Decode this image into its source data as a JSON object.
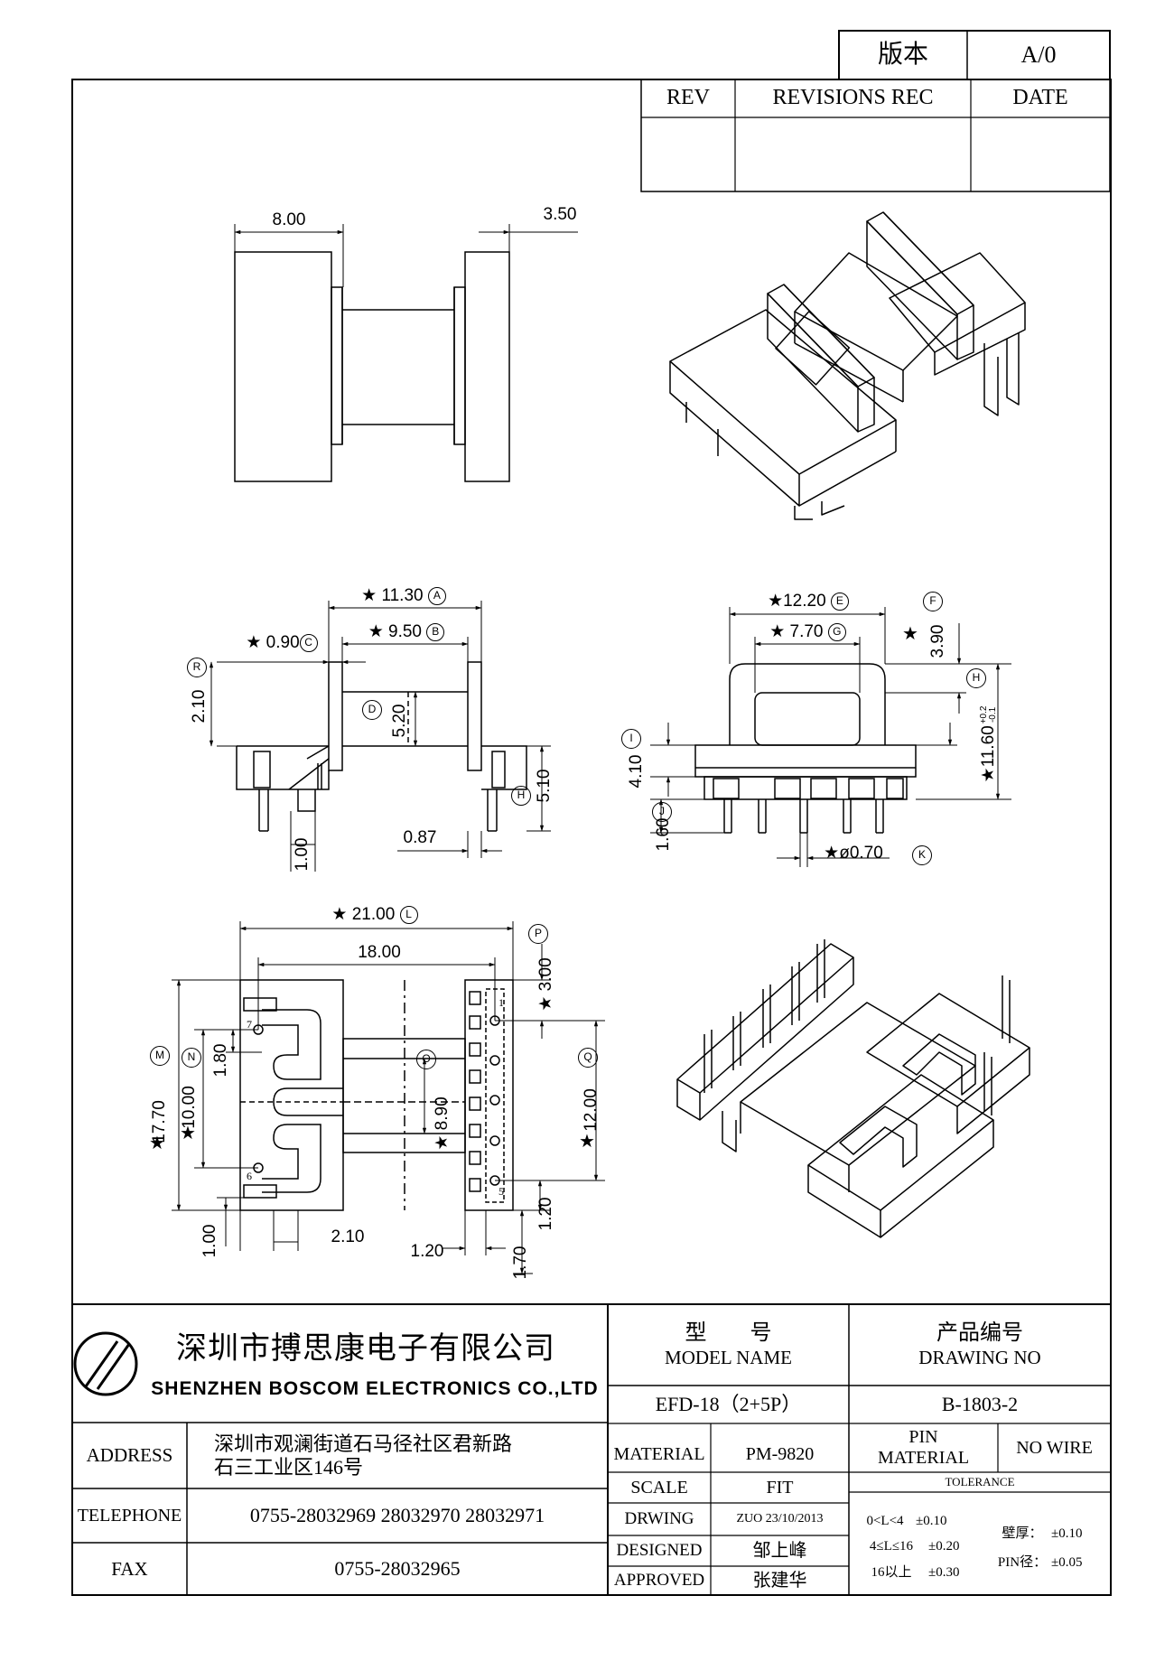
{
  "version": {
    "label": "版本",
    "value": "A/0"
  },
  "revision": {
    "rev": "REV",
    "records": "REVISIONS REC",
    "date": "DATE"
  },
  "dims": {
    "top_width": "8.00",
    "top_flange": "3.50",
    "side_a": "11.30",
    "side_b": "9.50",
    "side_c": "0.90",
    "side_r": "2.10",
    "side_d": "5.20",
    "side_h510": "5.10",
    "side_087": "0.87",
    "side_100": "1.00",
    "front_e": "12.20",
    "front_g": "7.70",
    "front_f": "3.90",
    "front_h": "11.60",
    "front_h_tol_up": "+0.2",
    "front_h_tol_dn": "-0.1",
    "front_i": "4.10",
    "front_j": "1.60",
    "front_k": "ø0.70",
    "bot_l": "21.00",
    "bot_18": "18.00",
    "bot_p": "3.00",
    "bot_m": "17.70",
    "bot_n": "10.00",
    "bot_180": "1.80",
    "bot_o": "8.90",
    "bot_q": "12.00",
    "bot_100": "1.00",
    "bot_210": "2.10",
    "bot_120a": "1.20",
    "bot_170": "1.70",
    "bot_120b": "1.20",
    "pin1": "1",
    "pin5": "5",
    "pin6": "6",
    "pin7": "7"
  },
  "markers": {
    "A": "A",
    "B": "B",
    "C": "C",
    "D": "D",
    "E": "E",
    "F": "F",
    "G": "G",
    "H": "H",
    "I": "I",
    "J": "J",
    "K": "K",
    "L": "L",
    "M": "M",
    "N": "N",
    "O": "O",
    "P": "P",
    "Q": "Q",
    "R": "R"
  },
  "title_block": {
    "company_cn": "深圳市搏思康电子有限公司",
    "company_en": "SHENZHEN BOSCOM ELECTRONICS CO.,LTD",
    "address_label": "ADDRESS",
    "address_line1": "深圳市观澜街道石马径社区君新路",
    "address_line2": "石三工业区146号",
    "telephone_label": "TELEPHONE",
    "telephone": "0755-28032969 28032970 28032971",
    "fax_label": "FAX",
    "fax": "0755-28032965",
    "model_cn": "型　　号",
    "model_en": "MODEL NAME",
    "model_value": "EFD-18（2+5P）",
    "drawing_cn": "产品编号",
    "drawing_en": "DRAWING NO",
    "drawing_value": "B-1803-2",
    "material_label": "MATERIAL",
    "material_value": "PM-9820",
    "pin_material_label1": "PIN",
    "pin_material_label2": "MATERIAL",
    "pin_material_value": "NO WIRE",
    "scale_label": "SCALE",
    "scale_value": "FIT",
    "tolerance_label": "TOLERANCE",
    "drwing_label": "DRWING",
    "drwing_value": "ZUO 23/10/2013",
    "designed_label": "DESIGNED",
    "designed_value": "邹上峰",
    "approved_label": "APPROVED",
    "approved_value": "张建华",
    "tol1_range": "0<L<4",
    "tol1_value": "±0.10",
    "tol2_range": "4≤L≤16",
    "tol2_value": "±0.20",
    "tol3_range": "16以上",
    "tol3_value": "±0.30",
    "wall_label": "壁厚：",
    "wall_value": "±0.10",
    "pin_dia_label": "PIN径：",
    "pin_dia_value": "±0.05"
  }
}
